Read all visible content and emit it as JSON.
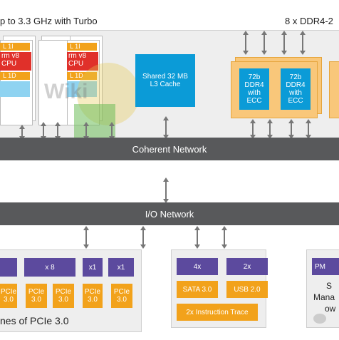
{
  "header": {
    "cpu_text": "p to 3.3 GHz with Turbo",
    "ddr_text": "8 x DDR4-2"
  },
  "cpu": {
    "l1i": "L 1I",
    "core_line1": "rm v8",
    "core_line2": "CPU",
    "l1d": "L 1D"
  },
  "l3": {
    "line1": "Shared 32 MB",
    "line2": "L3 Cache"
  },
  "ddr": {
    "line1": "72b",
    "line2": "DDR4",
    "line3": "with",
    "line4": "ECC"
  },
  "watermark": "Wiki",
  "networks": {
    "coherent": "Coherent Network",
    "io": "I/O Network"
  },
  "pcie": {
    "headers": [
      "x 8",
      "x1",
      "x1"
    ],
    "slot_line1": "PCIe",
    "slot_line2": "3.0",
    "caption": "nes of PCIe 3.0"
  },
  "io_center": {
    "sata_count": "4x",
    "usb_count": "2x",
    "sata": "SATA 3.0",
    "usb": "USB 2.0",
    "trace": "2x Instruction Trace"
  },
  "right_panel": {
    "pm": "PM",
    "s": "S",
    "mana": "Mana",
    "ow": "ow"
  },
  "colors": {
    "purple": "#5c4a9e",
    "orange": "#f2a21b",
    "blue": "#0b9bd7",
    "red": "#e0302a",
    "network": "#58595b"
  }
}
